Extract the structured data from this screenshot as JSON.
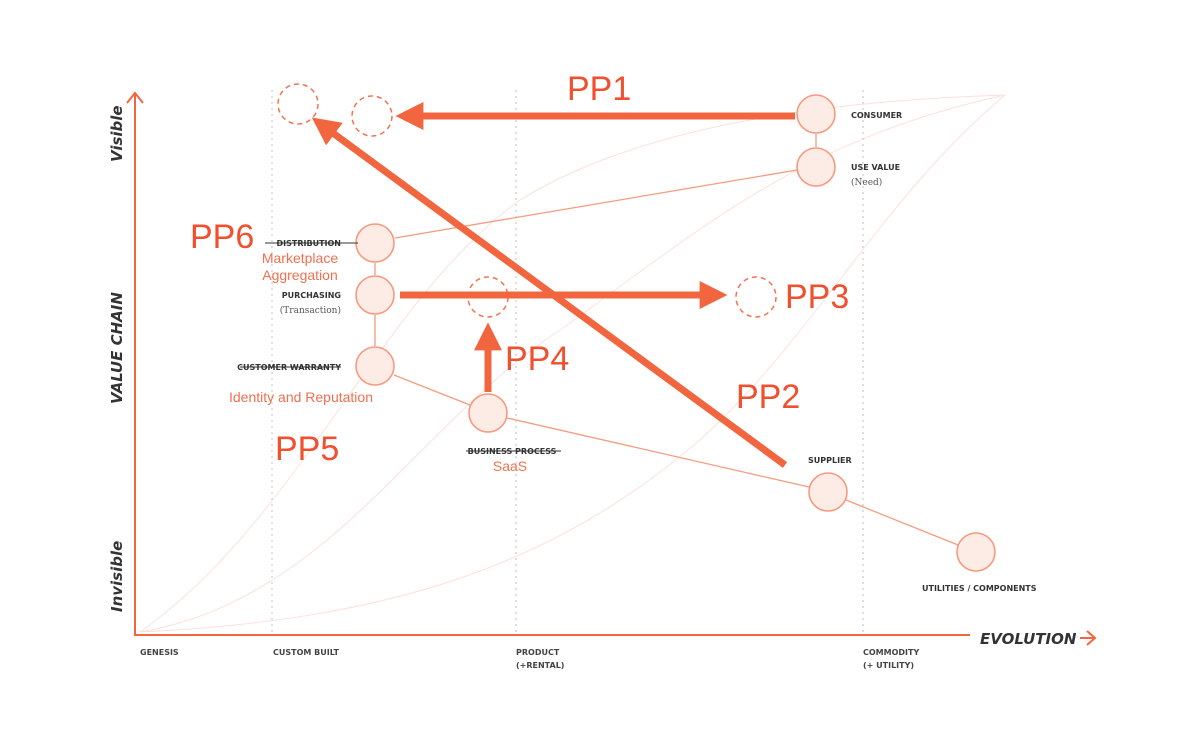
{
  "axes": {
    "y_title": "VALUE CHAIN",
    "y_top": "Visible",
    "y_bottom": "Invisible",
    "x_title": "EVOLUTION",
    "x_stages": [
      {
        "line1": "GENESIS",
        "line2": ""
      },
      {
        "line1": "CUSTOM BUILT",
        "line2": ""
      },
      {
        "line1": "PRODUCT",
        "line2": "(+RENTAL)"
      },
      {
        "line1": "COMMODITY",
        "line2": "(+ UTILITY)"
      }
    ]
  },
  "components": {
    "consumer": {
      "label": "CONSUMER"
    },
    "use_value": {
      "label": "USE VALUE",
      "sub": "(Need)"
    },
    "distribution": {
      "label": "DISTRIBUTION",
      "replacement": "Marketplace",
      "replacement2": "Aggregation",
      "struck": true
    },
    "purchasing": {
      "label": "PURCHASING",
      "sub": "(Transaction)"
    },
    "customer_warranty": {
      "label": "CUSTOMER WARRANTY",
      "replacement": "Identity and Reputation",
      "struck": true
    },
    "business_process": {
      "label": "BUSINESS PROCESS",
      "replacement": "SaaS",
      "struck": true
    },
    "supplier": {
      "label": "SUPPLIER"
    },
    "utilities": {
      "label": "UTILITIES / COMPONENTS"
    }
  },
  "pressure_points": [
    "PP1",
    "PP2",
    "PP3",
    "PP4",
    "PP5",
    "PP6"
  ],
  "colors": {
    "accent": "#f2663f",
    "node_fill": "#fdece6",
    "node_stroke": "#f59a80"
  }
}
